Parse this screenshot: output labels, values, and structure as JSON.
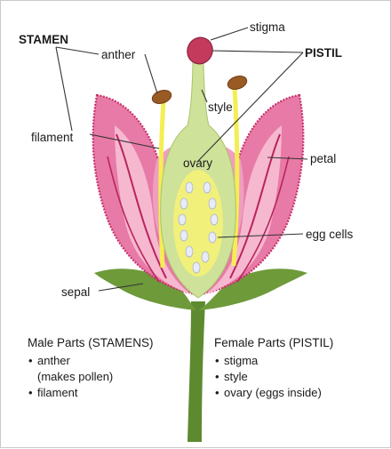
{
  "labels": {
    "stamen": "STAMEN",
    "anther": "anther",
    "filament": "filament",
    "stigma": "stigma",
    "pistil": "PISTIL",
    "style": "style",
    "ovary": "ovary",
    "petal": "petal",
    "egg_cells": "egg cells",
    "sepal": "sepal"
  },
  "legend": {
    "male": {
      "title": "Male Parts (STAMENS)",
      "items": [
        {
          "text": "anther",
          "note": "(makes pollen)"
        },
        {
          "text": "filament",
          "note": ""
        }
      ]
    },
    "female": {
      "title": "Female Parts (PISTIL)",
      "items": [
        {
          "text": "stigma"
        },
        {
          "text": "style"
        },
        {
          "text": "ovary (eggs inside)"
        }
      ]
    }
  },
  "colors": {
    "petal_outer": "#e77aa6",
    "petal_inner": "#f6b8cf",
    "petal_edge": "#c8306b",
    "petal_vein": "#b8255c",
    "sepal": "#6e9a3a",
    "stem": "#5d8a2f",
    "pistil": "#cfe29a",
    "ovary_inner": "#f1f07a",
    "filament": "#f4ee54",
    "anther": "#9a5a24",
    "stigma": "#c43a5c",
    "egg": "#e8ecf8",
    "leader": "#333333"
  }
}
